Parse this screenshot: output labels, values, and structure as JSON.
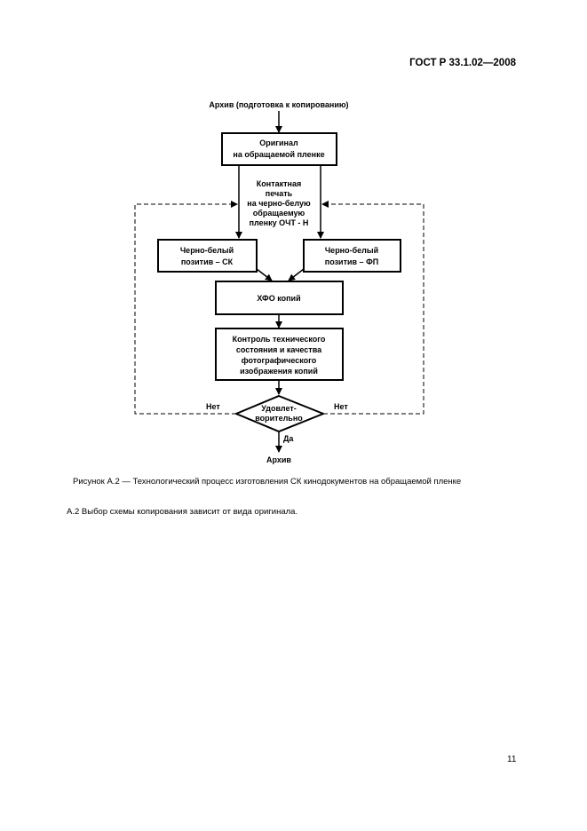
{
  "header": {
    "doc_number": "ГОСТ Р 33.1.02—2008"
  },
  "diagram": {
    "start_label": "Архив (подготовка к копированию)",
    "original_box": [
      "Оригинал",
      "на обращаемой пленке"
    ],
    "contact_print": [
      "Контактная",
      "печать",
      "на черно-белую",
      "обращаемую",
      "пленку ОЧТ - Н"
    ],
    "left_box": [
      "Черно-белый",
      "позитив – СК"
    ],
    "right_box": [
      "Черно-белый",
      "позитив – ФП"
    ],
    "hfo_box": "ХФО копий",
    "control_box": [
      "Контроль технического",
      "состояния и качества",
      "фотографического",
      "изображения копий"
    ],
    "decision": [
      "Удовлет-",
      "ворительно"
    ],
    "no_left": "Нет",
    "no_right": "Нет",
    "yes": "Да",
    "end_label": "Архив"
  },
  "caption": "Рисунок А.2 — Технологический процесс изготовления СК кинодокументов на обращаемой пленке",
  "note": "А.2  Выбор схемы копирования зависит от вида оригинала.",
  "page_number": "11"
}
